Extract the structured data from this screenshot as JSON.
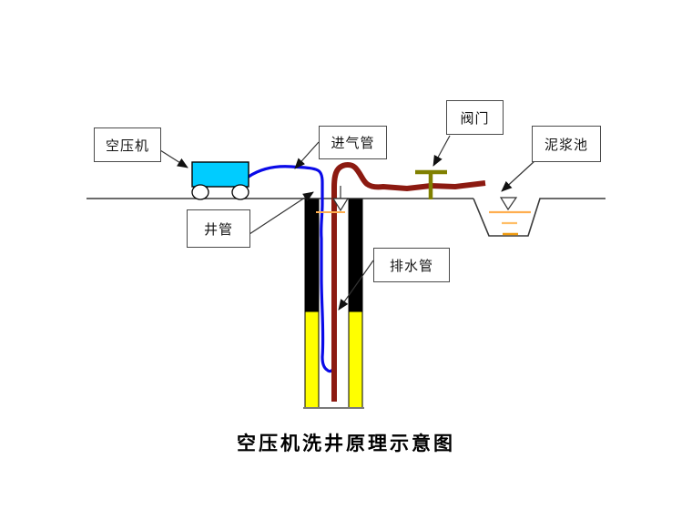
{
  "title": "空压机洗井原理示意图",
  "labels": {
    "compressor": "空压机",
    "intake_pipe": "进气管",
    "valve": "阀门",
    "mud_pool": "泥浆池",
    "well_pipe": "井管",
    "drain_pipe": "排水管"
  },
  "colors": {
    "compressor_body": "#00CCFF",
    "intake_pipe": "#0A0AE8",
    "drain_pipe": "#8C1A11",
    "valve": "#808000",
    "well_screen": "#FFFF00",
    "well_casing": "#000000",
    "mud_level_light": "#FFAE4F",
    "mud_level_mid": "#FFBE66",
    "mud_level_dark": "#EF9B10",
    "outline": "#3A3A3A"
  }
}
